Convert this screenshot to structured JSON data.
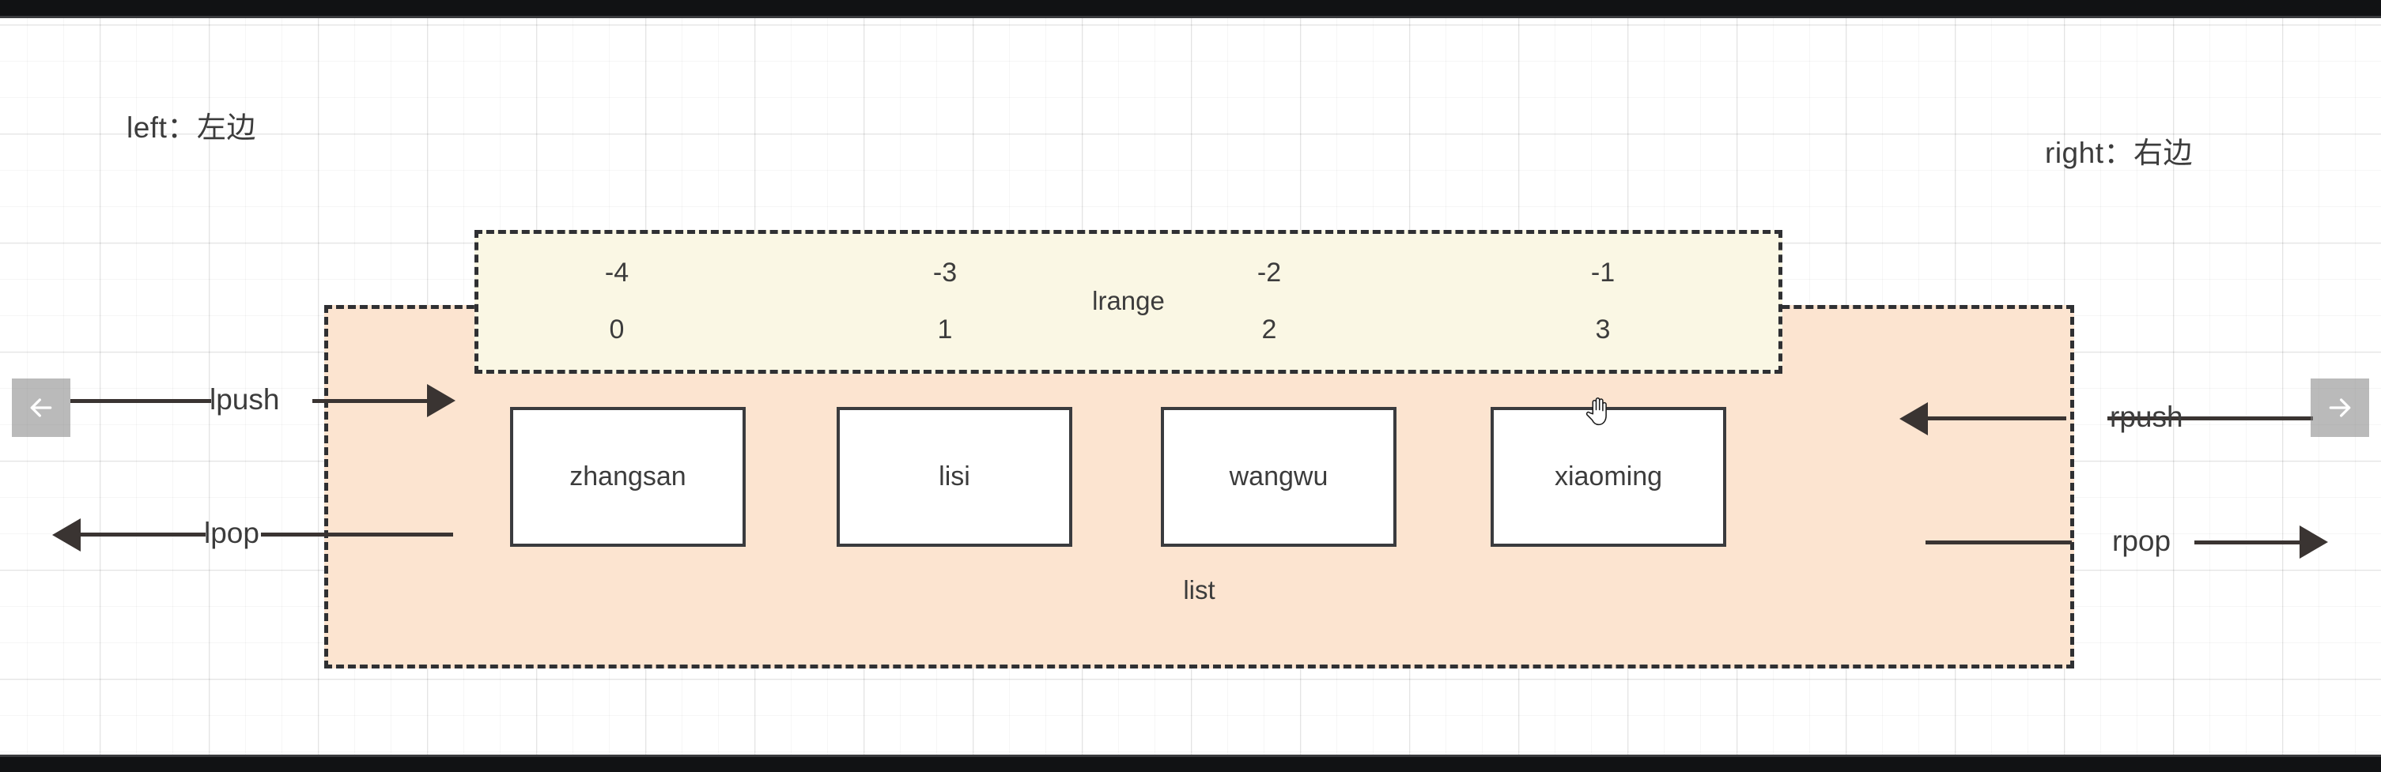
{
  "captions": {
    "left": "left：左边",
    "right": "right：右边"
  },
  "list": {
    "label": "list",
    "items": [
      "zhangsan",
      "lisi",
      "wangwu",
      "xiaoming"
    ]
  },
  "lrange": {
    "label": "lrange",
    "negative_indexes": [
      "-4",
      "-3",
      "-2",
      "-1"
    ],
    "positive_indexes": [
      "0",
      "1",
      "2",
      "3"
    ]
  },
  "operations": {
    "lpush": "lpush",
    "lpop": "lpop",
    "rpush": "rpush",
    "rpop": "rpop"
  },
  "nav": {
    "prev": "prev-slide",
    "next": "next-slide"
  },
  "colors": {
    "list_fill": "#fce4d0",
    "lrange_fill": "#faf7e4",
    "card_fill": "#ffffff",
    "stroke": "#2f3033",
    "text": "#3c3c3c"
  }
}
